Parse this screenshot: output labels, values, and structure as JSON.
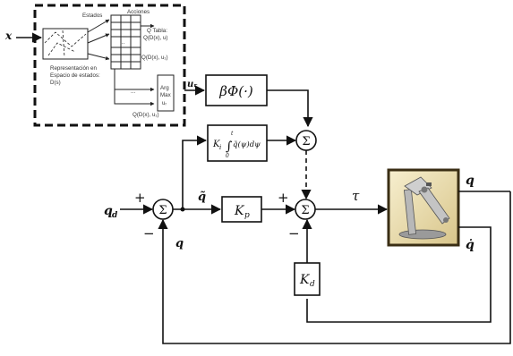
{
  "colors": {
    "line": "#111111",
    "robot_frame": "#3a2e14",
    "robot_bg": "#efe3b0"
  },
  "inset": {
    "states_label": "Estados",
    "actions_label": "Acciones",
    "qtable_label_1": "Q Tabla:",
    "qtable_label_2": "Q(D(x), u)",
    "row_label_1": "Q(D(x), u₁)",
    "row_label_2": "Q(D(x), u₁)",
    "repr_label_1": "Representación en",
    "repr_label_2": "Espacio de estados:",
    "repr_label_3": "D(s)",
    "argmax_1": "Arg",
    "argmax_2": "Max",
    "argmax_3": "uᵣ",
    "dots_1": "...",
    "dots_2": "..."
  },
  "signals": {
    "x_input": "x",
    "u_r": "uᵣ",
    "q_d": "q",
    "q_d_sub": "d",
    "q_tilde": "q̃",
    "q_feedback": "q",
    "tau": "τ",
    "q_out": "q",
    "q_dot_out": "q̇"
  },
  "blocks": {
    "beta_phi": "βΦ(·)",
    "ki_label": "K",
    "ki_sub": "i",
    "integral_upper": "t",
    "integral_lower": "0",
    "integral_body": "q̃(ψ)dψ",
    "kp": "K",
    "kp_sub": "p",
    "kd": "K",
    "kd_sub": "d"
  },
  "sums": {
    "symbol": "Σ"
  },
  "signs": {
    "plus_1": "+",
    "minus_1": "−",
    "plus_2": "+",
    "minus_2": "−"
  }
}
